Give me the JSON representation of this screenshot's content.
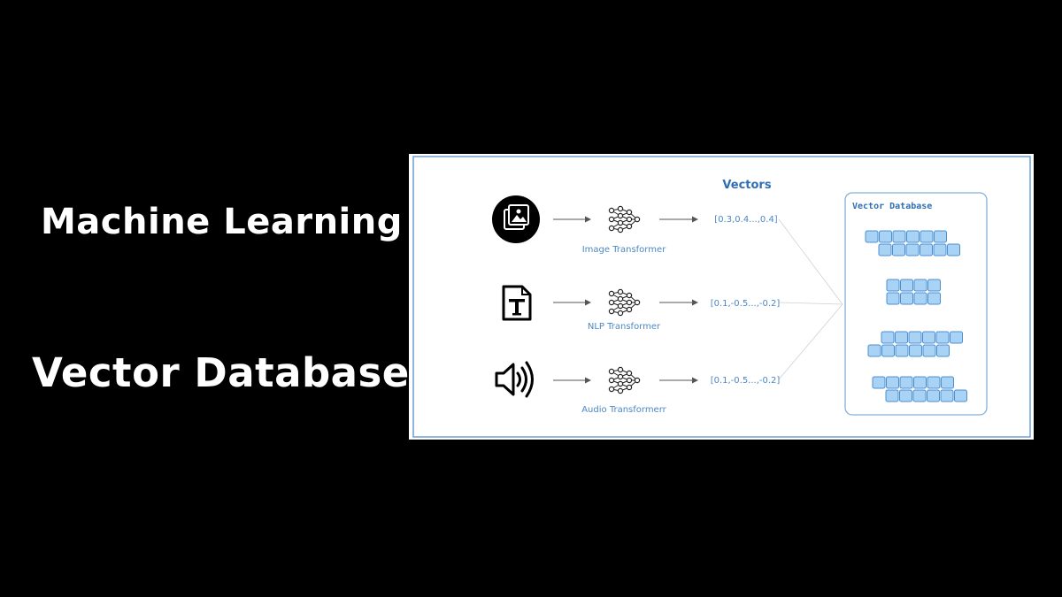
{
  "headline": {
    "line1": "Machine Learning",
    "line2": "Vector Databases"
  },
  "diagram": {
    "title": "Vectors",
    "database_label": "Vector Database",
    "rows": [
      {
        "input_icon": "image-icon",
        "model_icon": "neural-network-icon",
        "label": "Image Transformer",
        "vector": "[0.3,0.4...,0.4]"
      },
      {
        "input_icon": "text-file-icon",
        "model_icon": "neural-network-icon",
        "label": "NLP Transformer",
        "vector": "[0.1,-0.5...,-0.2]"
      },
      {
        "input_icon": "speaker-icon",
        "model_icon": "neural-network-icon",
        "label": "Audio Transformerr",
        "vector": "[0.1,-0.5...,-0.2]"
      }
    ],
    "colors": {
      "accent": "#2e6fb4",
      "cell_fill": "#a9d3f5",
      "cell_stroke": "#4c8fd0",
      "arrow": "#555555"
    }
  }
}
